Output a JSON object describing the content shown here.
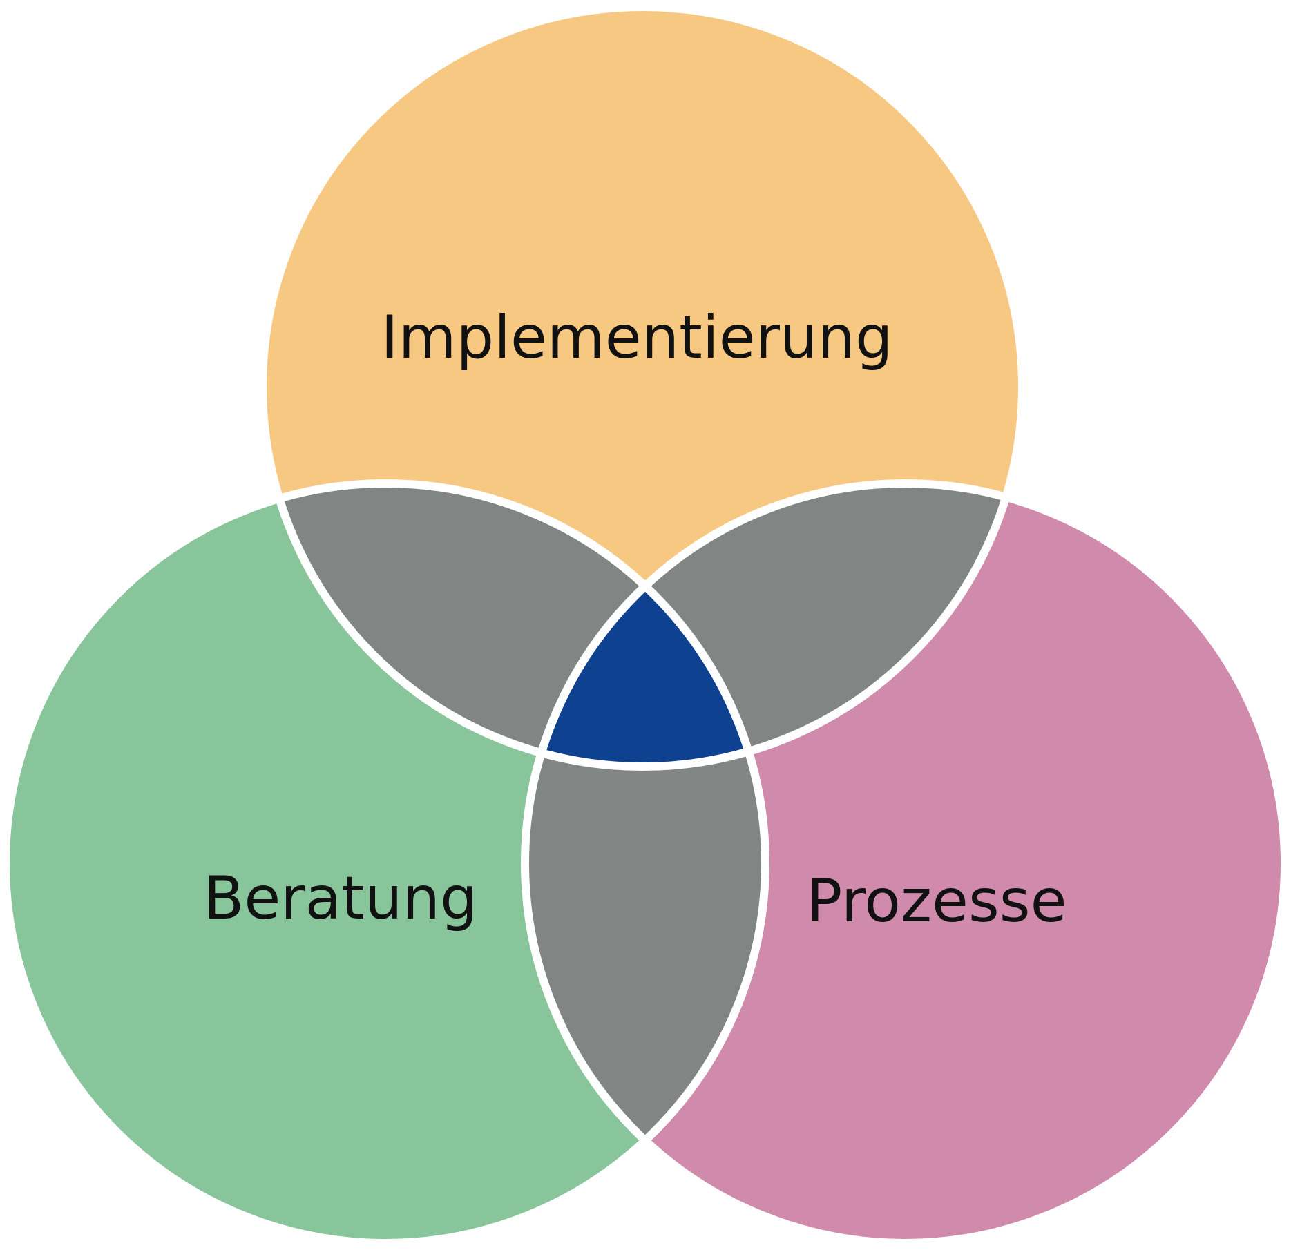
{
  "diagram": {
    "type": "venn",
    "sets": [
      {
        "id": "top",
        "label": "Implementierung",
        "color": "#F7C882"
      },
      {
        "id": "left",
        "label": "Beratung",
        "color": "#88C59A"
      },
      {
        "id": "right",
        "label": "Prozesse",
        "color": "#D08BAC"
      }
    ],
    "overlap_color": "#818685",
    "center_color": "#0E4291",
    "outline_color": "#ffffff"
  }
}
